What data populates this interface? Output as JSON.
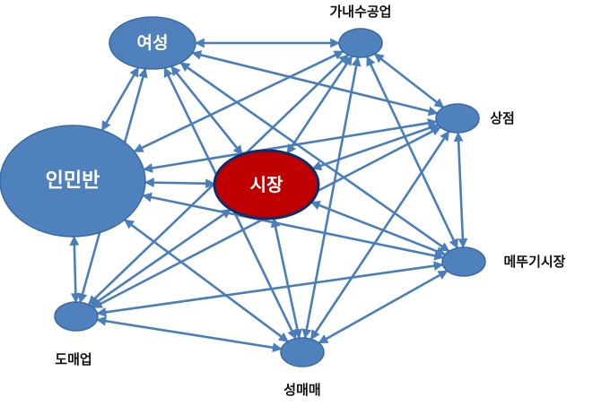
{
  "colors": {
    "node_fill": "#4f81bd",
    "node_stroke": "#3c6aa5",
    "center_fill": "#c00000",
    "center_stroke": "#0b2d6b",
    "edge": "#4a7ebb",
    "label": "#111111"
  },
  "nodes": [
    {
      "id": "women",
      "label": "여성",
      "label_position": "inside"
    },
    {
      "id": "home_industry",
      "label": "가내수공업",
      "label_position": "outside"
    },
    {
      "id": "store",
      "label": "상점",
      "label_position": "outside"
    },
    {
      "id": "grasshopper_market",
      "label": "메뚜기시장",
      "label_position": "outside"
    },
    {
      "id": "prostitution",
      "label": "성매매",
      "label_position": "outside"
    },
    {
      "id": "wholesale",
      "label": "도매업",
      "label_position": "outside"
    },
    {
      "id": "inminban",
      "label": "인민반",
      "label_position": "inside"
    },
    {
      "id": "market",
      "label": "시장",
      "label_position": "inside",
      "highlight": true
    }
  ],
  "edges": [
    [
      "women",
      "home_industry"
    ],
    [
      "women",
      "store"
    ],
    [
      "women",
      "grasshopper_market"
    ],
    [
      "women",
      "prostitution"
    ],
    [
      "women",
      "inminban"
    ],
    [
      "women",
      "wholesale"
    ],
    [
      "women",
      "market"
    ],
    [
      "home_industry",
      "store"
    ],
    [
      "home_industry",
      "grasshopper_market"
    ],
    [
      "home_industry",
      "prostitution"
    ],
    [
      "home_industry",
      "wholesale"
    ],
    [
      "home_industry",
      "inminban"
    ],
    [
      "home_industry",
      "market"
    ],
    [
      "store",
      "grasshopper_market"
    ],
    [
      "store",
      "prostitution"
    ],
    [
      "store",
      "wholesale"
    ],
    [
      "store",
      "inminban"
    ],
    [
      "store",
      "market"
    ],
    [
      "grasshopper_market",
      "prostitution"
    ],
    [
      "grasshopper_market",
      "wholesale"
    ],
    [
      "grasshopper_market",
      "inminban"
    ],
    [
      "grasshopper_market",
      "market"
    ],
    [
      "prostitution",
      "wholesale"
    ],
    [
      "prostitution",
      "inminban"
    ],
    [
      "prostitution",
      "market"
    ],
    [
      "wholesale",
      "inminban"
    ],
    [
      "wholesale",
      "market"
    ],
    [
      "inminban",
      "market"
    ]
  ]
}
